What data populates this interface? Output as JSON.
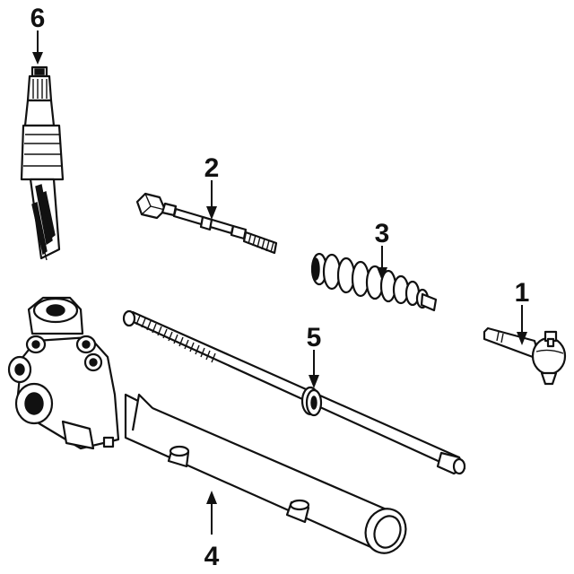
{
  "diagram": {
    "callouts": [
      {
        "id": "6",
        "label": "6",
        "icon": "steering-pinion-shaft-icon"
      },
      {
        "id": "2",
        "label": "2",
        "icon": "inner-tie-rod-icon"
      },
      {
        "id": "3",
        "label": "3",
        "icon": "rack-boot-bellows-icon"
      },
      {
        "id": "1",
        "label": "1",
        "icon": "outer-tie-rod-end-icon"
      },
      {
        "id": "5",
        "label": "5",
        "icon": "steering-rack-bar-icon"
      },
      {
        "id": "4",
        "label": "4",
        "icon": "steering-gear-housing-icon"
      }
    ],
    "colors": {
      "line": "#111111",
      "background": "#ffffff"
    }
  }
}
